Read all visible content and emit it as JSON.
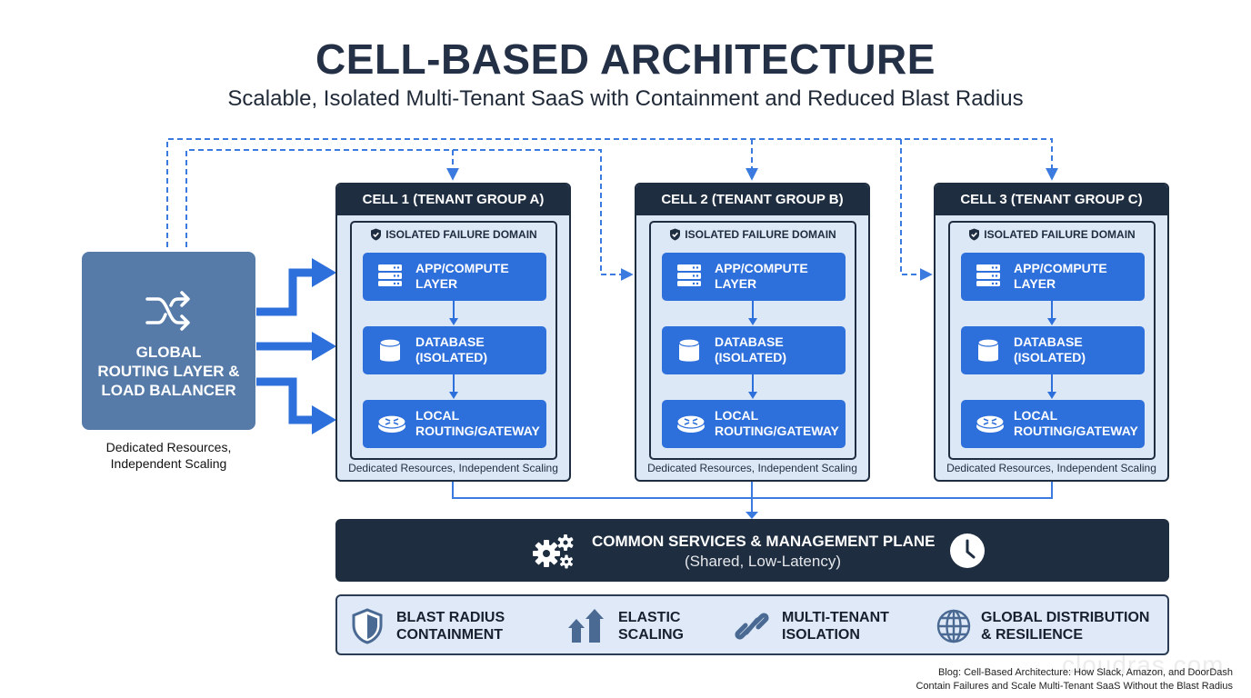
{
  "title": "CELL-BASED ARCHITECTURE",
  "subtitle": "Scalable, Isolated Multi-Tenant SaaS with Containment and Reduced Blast Radius",
  "global": {
    "label": "GLOBAL\nROUTING LAYER &\nLOAD BALANCER",
    "caption": "Dedicated Resources,\nIndependent Scaling",
    "icon": "shuffle-icon"
  },
  "cells": [
    {
      "header": "CELL 1 (TENANT GROUP A)",
      "domain_label": "ISOLATED FAILURE DOMAIN",
      "layers": [
        {
          "label": "APP/COMPUTE\nLAYER",
          "icon": "server-icon"
        },
        {
          "label": "DATABASE\n(ISOLATED)",
          "icon": "database-icon"
        },
        {
          "label": "LOCAL\nROUTING/GATEWAY",
          "icon": "router-icon"
        }
      ],
      "footer": "Dedicated Resources, Independent Scaling"
    },
    {
      "header": "CELL 2 (TENANT GROUP B)",
      "domain_label": "ISOLATED FAILURE DOMAIN",
      "layers": [
        {
          "label": "APP/COMPUTE\nLAYER",
          "icon": "server-icon"
        },
        {
          "label": "DATABASE\n(ISOLATED)",
          "icon": "database-icon"
        },
        {
          "label": "LOCAL\nROUTING/GATEWAY",
          "icon": "router-icon"
        }
      ],
      "footer": "Dedicated Resources, Independent Scaling"
    },
    {
      "header": "CELL 3 (TENANT GROUP C)",
      "domain_label": "ISOLATED FAILURE DOMAIN",
      "layers": [
        {
          "label": "APP/COMPUTE\nLAYER",
          "icon": "server-icon"
        },
        {
          "label": "DATABASE\n(ISOLATED)",
          "icon": "database-icon"
        },
        {
          "label": "LOCAL\nROUTING/GATEWAY",
          "icon": "router-icon"
        }
      ],
      "footer": "Dedicated Resources, Independent Scaling"
    }
  ],
  "plane": {
    "title": "COMMON SERVICES & MANAGEMENT PLANE",
    "subtitle": "(Shared, Low-Latency)",
    "icons": [
      "gears-icon",
      "clock-icon"
    ]
  },
  "benefits": [
    {
      "label": "BLAST RADIUS\nCONTAINMENT",
      "icon": "shield-icon"
    },
    {
      "label": "ELASTIC\nSCALING",
      "icon": "scaling-arrows-icon"
    },
    {
      "label": "MULTI-TENANT\nISOLATION",
      "icon": "link-icon"
    },
    {
      "label": "GLOBAL DISTRIBUTION\n& RESILIENCE",
      "icon": "globe-icon"
    }
  ],
  "footer": "Blog: Cell-Based Architecture: How Slack, Amazon, and DoorDash\nContain Failures and Scale Multi-Tenant SaaS Without the Blast Radius",
  "watermark": "cloudras.com",
  "colors": {
    "navy": "#1e2d40",
    "accent_blue": "#2d6fdb",
    "global_box": "#567ba8",
    "cell_fill": "#dde8f6",
    "connector": "#3b7be0"
  }
}
